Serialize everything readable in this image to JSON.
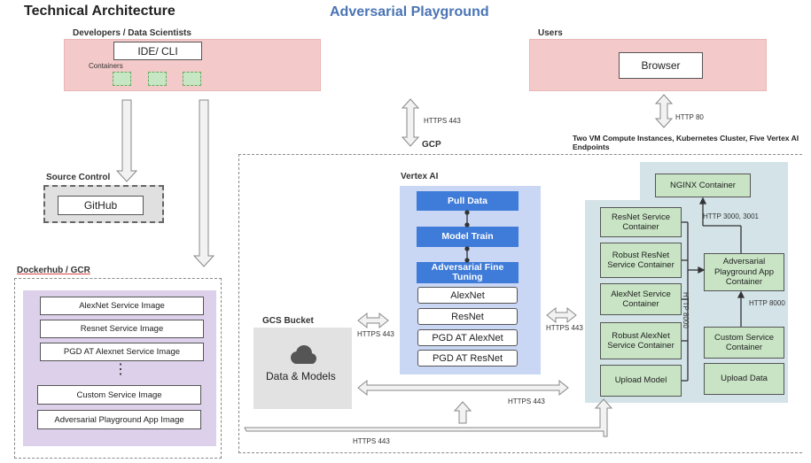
{
  "header": {
    "title": "Technical Architecture",
    "subtitle": "Adversarial Playground"
  },
  "developers": {
    "label": "Developers / Data Scientists",
    "ide": "IDE/ CLI",
    "containers": "Containers"
  },
  "users": {
    "label": "Users",
    "browser": "Browser"
  },
  "source_control": {
    "label": "Source Control",
    "github": "GitHub"
  },
  "dockerhub": {
    "label": "Dockerhub / GCR",
    "images": [
      "AlexNet Service Image",
      "Resnet Service Image",
      "PGD AT Alexnet Service Image"
    ],
    "ellipsis": "⋮",
    "images_bottom": [
      "Custom Service Image",
      "Adversarial Playground App Image"
    ]
  },
  "connections": {
    "https_443": "HTTPS 443",
    "http_80": "HTTP 80",
    "gcp": "GCP",
    "gcp_desc": "Two VM Compute Instances, Kubernetes Cluster, Five Vertex AI Endpoints",
    "http_3000_3001": "HTTP 3000, 3001",
    "http_8000": "HTTP 8000"
  },
  "vertex": {
    "label": "Vertex AI",
    "steps": [
      "Pull Data",
      "Model Train",
      "Adversarial Fine Tuning"
    ],
    "models": [
      "AlexNet",
      "ResNet",
      "PGD AT AlexNet",
      "PGD AT ResNet"
    ]
  },
  "gcs": {
    "label": "GCS Bucket",
    "content": "Data & Models"
  },
  "cluster": {
    "nginx": "NGINX Container",
    "services": [
      "ResNet Service Container",
      "Robust ResNet Service Container",
      "AlexNet Service Container",
      "Robust AlexNet Service Container",
      "Upload Model"
    ],
    "app": "Adversarial Playground App Container",
    "custom": "Custom Service Container",
    "upload_data": "Upload Data"
  }
}
